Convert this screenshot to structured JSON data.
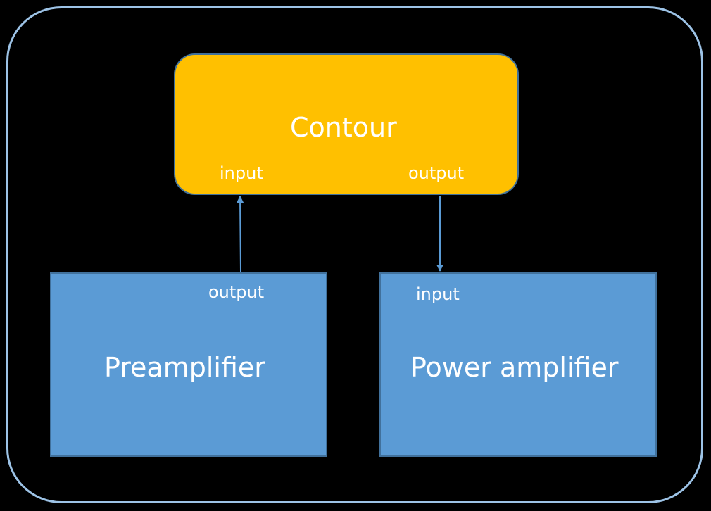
{
  "diagram": {
    "contour": {
      "title": "Contour",
      "input_label": "input",
      "output_label": "output"
    },
    "preamplifier": {
      "title": "Preamplifier",
      "output_label": "output"
    },
    "power_amplifier": {
      "title": "Power amplifier",
      "input_label": "input"
    }
  },
  "colors": {
    "background": "#000000",
    "frame": "#9dc3e6",
    "contour_fill": "#ffc000",
    "amplifier_fill": "#5b9bd5",
    "block_border": "#41719c",
    "connector": "#5b9bd5",
    "text": "#ffffff"
  }
}
